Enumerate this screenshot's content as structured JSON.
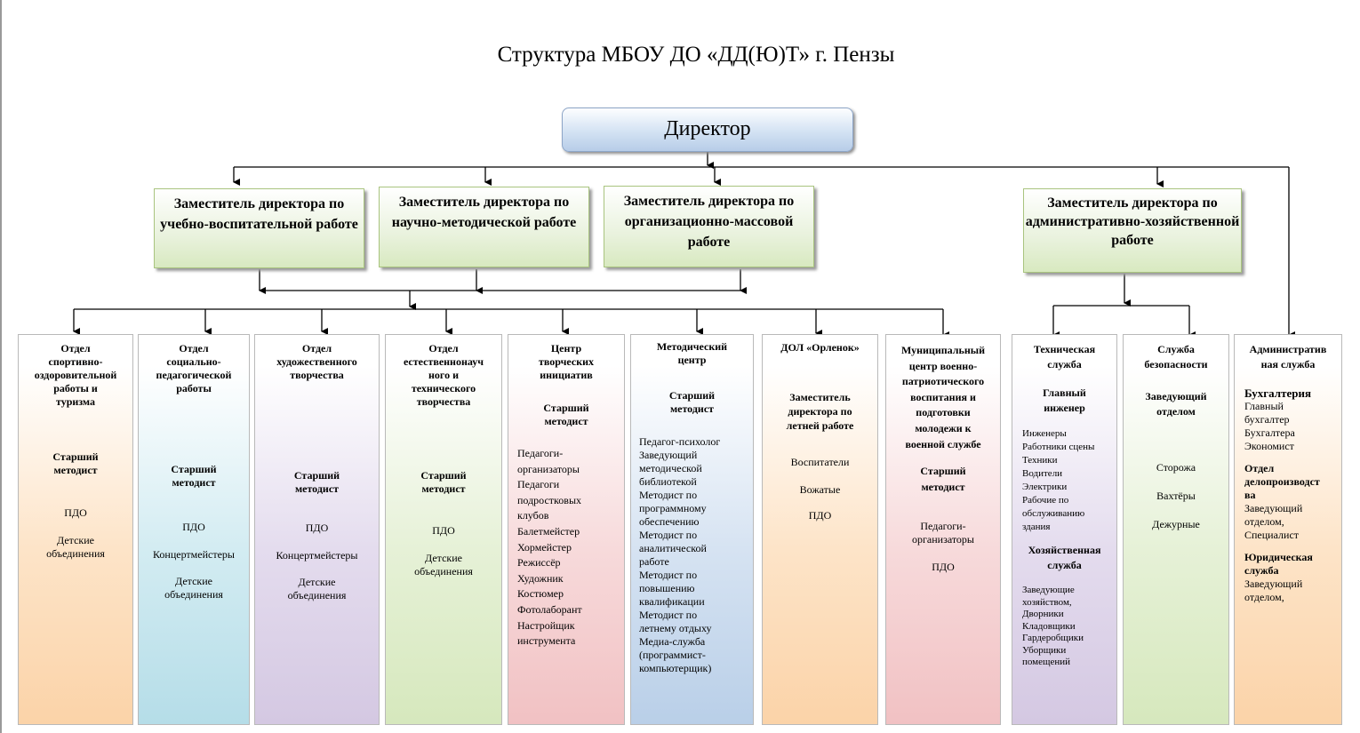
{
  "title": "Структура МБОУ ДО «ДД(Ю)Т» г. Пензы",
  "director": "Директор",
  "deputies": [
    "Заместитель директора по учебно-воспитательной работе",
    "Заместитель директора по научно-методической работе",
    "Заместитель директора по организационно-массовой работе",
    "Заместитель директора по административно-хозяйственной работе"
  ],
  "departments": [
    {
      "name": "Отдел\nспортивно-\nоздоровительной\nработы и\nтуризма",
      "head": "Старший\nметодист",
      "items": [
        "ПДО",
        "Детские\nобъединения"
      ]
    },
    {
      "name": "Отдел\nсоциально-\nпедагогической\nработы",
      "head": "Старший\nметодист",
      "items": [
        "ПДО",
        "Концертмейстеры",
        "Детские\nобъединения"
      ]
    },
    {
      "name": "Отдел\nхудожественного\nтворчества",
      "head": "Старший\nметодист",
      "items": [
        "ПДО",
        "Концертмейстеры",
        "Детские\nобъединения"
      ]
    },
    {
      "name": "Отдел\nестественнонауч\nного и\nтехнического\nтворчества",
      "head": "Старший\nметодист",
      "items": [
        "ПДО",
        "Детские\nобъединения"
      ]
    },
    {
      "name": "Центр\nтворческих\nинициатив",
      "head": "Старший\nметодист",
      "list": "Педагоги-\nорганизаторы\nПедагоги\nподростковых\nклубов\nБалетмейстер\nХормейстер\nРежиссёр\nХудожник\nКостюмер\nФотолаборант\nНастройщик\nинструмента"
    },
    {
      "name": "Методический\nцентр",
      "head": "Старший\nметодист",
      "list": "Педагог-психолог\nЗаведующий\nметодической\nбиблиотекой\n Методист по\nпрограммному\nобеспечению\nМетодист по\nаналитической\nработе\nМетодист по\nповышению\nквалификации\nМетодист по\nлетнему отдыху\nМедиа-служба\n(программист-\nкомпьютерщик)"
    },
    {
      "name": "ДОЛ «Орленок»",
      "head": "Заместитель\nдиректора по\nлетней работе",
      "items": [
        "Воспитатели",
        "Вожатые",
        "ПДО"
      ]
    },
    {
      "name": "Муниципальный\nцентр военно-\nпатриотического\nвоспитания  и\nподготовки\nмолодежи к\nвоенной службе",
      "head": "Старший\nметодист",
      "items": [
        "Педагоги-\nорганизаторы",
        "ПДО"
      ]
    },
    {
      "name": "Техническая\nслужба",
      "head": "Главный\nинженер",
      "list": "Инженеры\nРаботники сцены\nТехники\nВодители\nЭлектрики\nРабочие по\nобслуживанию\nздания",
      "sub_head": "Хозяйственная\nслужба",
      "sub_list": "Заведующие\nхозяйством,\nДворники\nКладовщики\nГардеробщики\nУборщики\nпомещений"
    },
    {
      "name": "Служба\nбезопасности",
      "head": "Заведующий\nотделом",
      "items": [
        "Сторожа",
        "Вахтёры",
        "Дежурные"
      ]
    },
    {
      "name": "Административ\nная служба",
      "sections": [
        {
          "head": "Бухгалтерия",
          "text": "Главный\nбухгалтер\nБухгалтера\nЭкономист"
        },
        {
          "head": "Отдел\nделопроизводст\nва",
          "text": "Заведующий\nотделом,\nСпециалист"
        },
        {
          "head": "Юридическая\nслужба",
          "text": "Заведующий\nотделом,"
        }
      ]
    }
  ],
  "colors": {
    "orange": "#fbd3a8",
    "blue": "#b5dde8",
    "purple": "#d4c8e2",
    "green": "#d6e8bd",
    "pink": "#f1c1c3",
    "steelblue": "#b9cfe8",
    "line": "#000000"
  }
}
